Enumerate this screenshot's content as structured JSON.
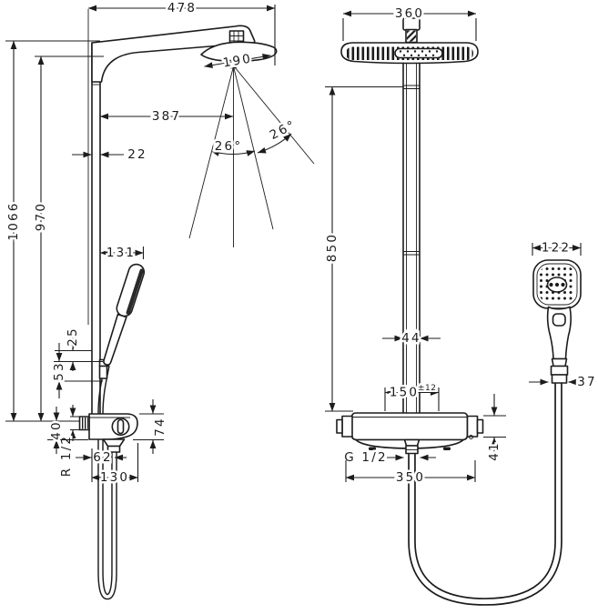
{
  "meta": {
    "title": "Shower system dimensional drawing",
    "background": "#ffffff",
    "ink": "#1c1c1c"
  },
  "left_view": {
    "name": "side-view",
    "dims": {
      "total_width": "478",
      "head_diameter": "190",
      "arm_projection": "387",
      "bar_offset": "22",
      "spray_angle_left": "26°",
      "spray_angle_right": "26°",
      "height_total": "1066",
      "height_bar": "970",
      "handshower_projection": "131",
      "holder_top_offset": "25",
      "holder_length": "53",
      "valve_below_axis": "40",
      "valve_height": "74",
      "inlet_thread": "R 1/2",
      "outlet_offset": "62",
      "valve_depth": "130"
    }
  },
  "right_view": {
    "name": "front-view",
    "dims": {
      "head_width": "360",
      "column_length": "850",
      "column_width": "44",
      "supply_spacing": "150",
      "supply_tolerance": "±12",
      "handshower_width": "122",
      "hose_nut_width": "37",
      "outlet_thread": "G 1/2",
      "valve_width": "350",
      "connector_height": "41"
    }
  }
}
